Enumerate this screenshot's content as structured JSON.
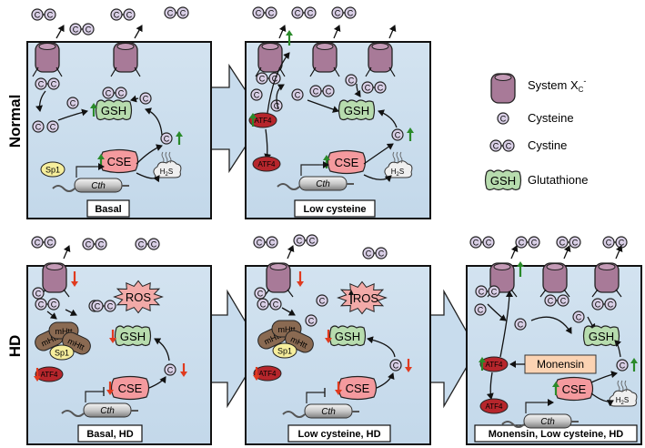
{
  "rows": {
    "normal": "Normal",
    "hd": "HD"
  },
  "legend": {
    "transporter": "System X",
    "transporter_sub": "C",
    "transporter_sup": "-",
    "cysteine": "Cysteine",
    "cystine": "Cystine",
    "glutathione": "Glutathione"
  },
  "panel_labels": {
    "p1": "Basal",
    "p2": "Low cysteine",
    "p3": "Basal, HD",
    "p4": "Low cysteine, HD",
    "p5": "Monensin, Low cysteine, HD"
  },
  "glyphs": {
    "c": "C",
    "gsh": "GSH",
    "cse": "CSE",
    "cth": "Cth",
    "atf4": "ATF4",
    "sp1": "Sp1",
    "ros": "ROS",
    "mhtt": "mHtt",
    "h": "H",
    "two": "2",
    "s": "S",
    "monensin": "Monensin"
  },
  "colors": {
    "panel_fill": "#c8dced",
    "arrow_fill": "#c8dced",
    "transporter": "#a87a98",
    "cysteine_fill": "#d9cfe6",
    "gsh": "#b7dcae",
    "cse": "#f49a9e",
    "atf4": "#b6262c",
    "sp1": "#f6ee9c",
    "ros": "#f2aaa8",
    "mhtt": "#8a6a52",
    "monensin": "#fbd3b3",
    "up_arrow": "#2a8a2a",
    "down_arrow": "#e03a1e"
  }
}
